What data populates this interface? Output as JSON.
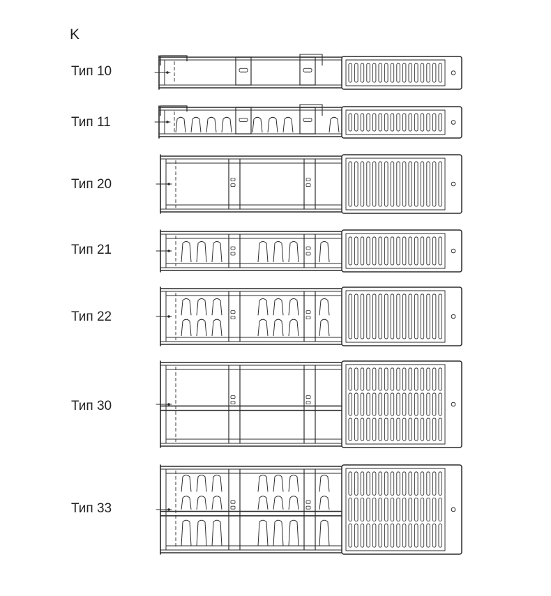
{
  "heading": "K",
  "rows": [
    {
      "label": "Тип 10",
      "panels": 1,
      "convectors": 0
    },
    {
      "label": "Тип 11",
      "panels": 1,
      "convectors": 1
    },
    {
      "label": "Тип 20",
      "panels": 2,
      "convectors": 0
    },
    {
      "label": "Тип 21",
      "panels": 2,
      "convectors": 1
    },
    {
      "label": "Тип 22",
      "panels": 2,
      "convectors": 2
    },
    {
      "label": "Тип 30",
      "panels": 3,
      "convectors": 0
    },
    {
      "label": "Тип 33",
      "panels": 3,
      "convectors": 3
    }
  ],
  "colors": {
    "line": "#2b2b2b",
    "background": "#ffffff"
  }
}
